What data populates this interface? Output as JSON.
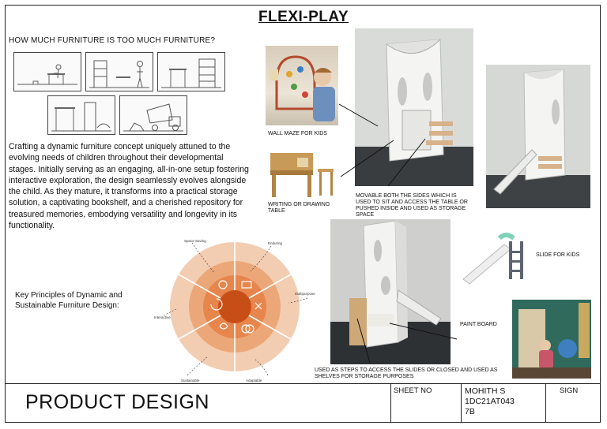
{
  "title": "FLEXI-PLAY",
  "question": "HOW MUCH FURNITURE IS TOO MUCH FURNITURE?",
  "description": "Crafting a dynamic furniture concept uniquely attuned to the evolving needs of children throughout their developmental stages. Initially serving as an engaging, all-in-one setup fostering interactive exploration, the design seamlessly evolves alongside the child. As they mature, it transforms into a practical storage solution, a captivating bookshelf, and a cherished repository for treasured memories, embodying versatility and longevity in its functionality.",
  "key_principles": "Key Principles of Dynamic and Sustainable Furniture Design:",
  "principles": [
    "Space Saving",
    "Enduring",
    "Multipurpose",
    "Adaptable",
    "Sustainable",
    "Interactive"
  ],
  "captions": {
    "wall_maze": "WALL MAZE FOR KIDS",
    "writing_table": "WRITING OR DRAWING TABLE",
    "movable_sides": "MOVABLE BOTH THE SIDES WHICH IS USED TO SIT AND ACCESS THE TABLE OR PUSHED INSIDE AND USED AS STORAGE SPACE",
    "slide": "SLIDE FOR KIDS",
    "paint_board": "PAINT BOARD",
    "steps": "USED AS STEPS TO ACCESS THE SLIDES OR CLOSED AND USED AS SHELVES FOR STORAGE PURPOSES"
  },
  "footer": {
    "product_design": "PRODUCT DESIGN",
    "sheet_no": "SHEET NO",
    "name": "MOHITH S",
    "usn": "1DC21AT043",
    "section": "7B",
    "sign": "SIGN"
  }
}
